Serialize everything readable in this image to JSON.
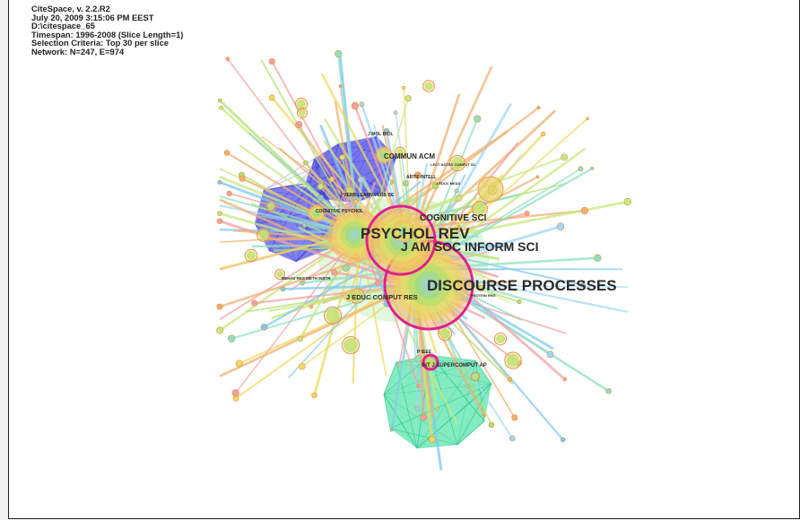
{
  "info": {
    "lines": [
      "CiteSpace, v. 2.2.R2",
      "July 20, 2009 3:15:06 PM EEST",
      "D:\\citespace_65",
      "Timespan: 1996-2008 (Slice Length=1)",
      "Selection Criteria: Top 30 per slice",
      "Network: N=247, E=974"
    ]
  },
  "colors": {
    "background": "#ffffff",
    "burst_ring": "#e0208a",
    "cluster_blue": "#4a48e6",
    "cluster_green": "#40e0a0",
    "label_text": "#2a2a2a"
  },
  "labels": [
    "DISCOURSE PROCESSES",
    "PSYCHOL REV",
    "J AM SOC INFORM SCI",
    "COGNITIVE SCI",
    "COMMUN ACM",
    "J EDUC COMPUT RES",
    "J MOL BIOL",
    "ARTIF INTELL",
    "J VERB LEARN VERB BE",
    "COGNITIVE PSYCHOL",
    "BEHAV RES METH INSTR",
    "P IEEE",
    "INT J SUPERCOMPUT AP",
    "LECT NOTES COMPUT SC",
    "J EDUC MEAS",
    "PROTEIN ENG"
  ]
}
